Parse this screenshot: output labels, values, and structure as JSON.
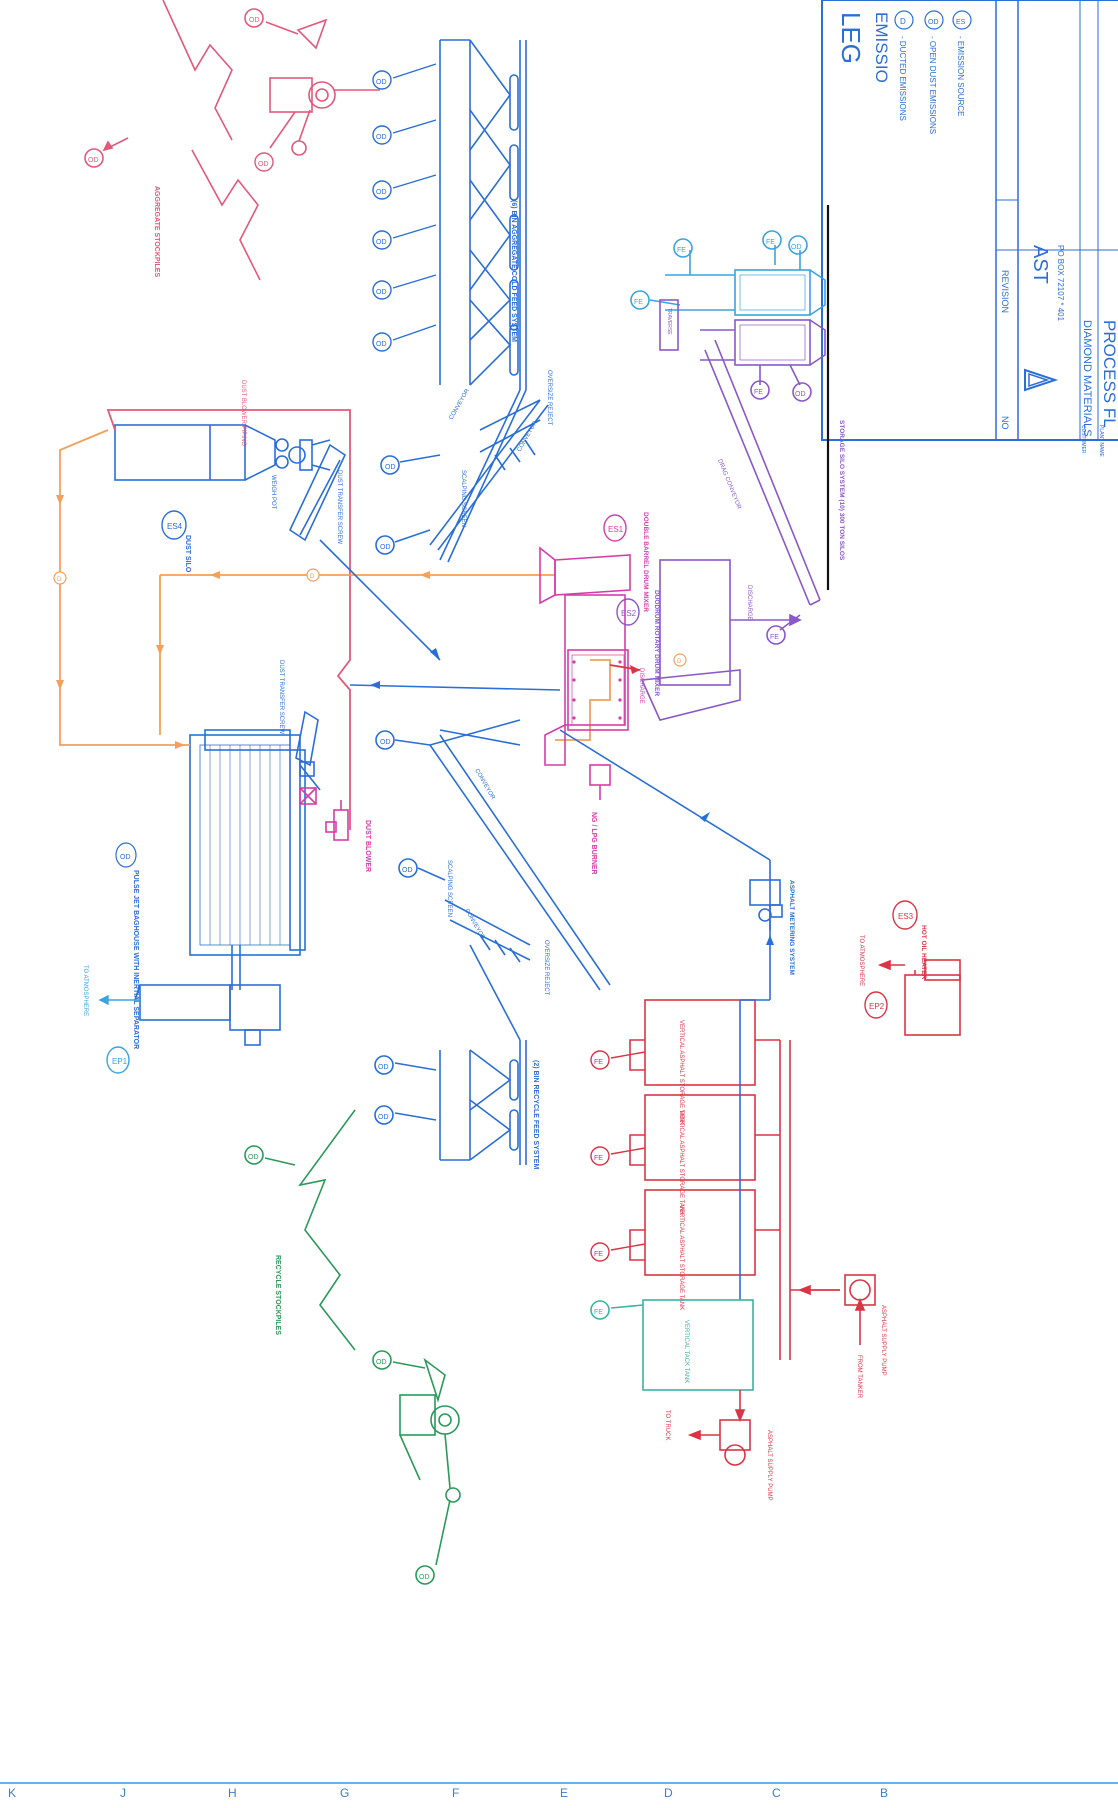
{
  "colors": {
    "pink": "#e2597a",
    "red": "#d93545",
    "blue": "#2a6fd6",
    "light_blue": "#3aa3e0",
    "orange": "#f2a05a",
    "magenta": "#d63ca8",
    "purple": "#8a58c8",
    "green": "#2a9a5a",
    "teal": "#3ab3a0",
    "black": "#111111",
    "grid": "#3a7fc8"
  },
  "title_block": {
    "title_fragment": "LEG",
    "subtitle_fragment": "EMISSIO",
    "legend": [
      {
        "symbol": "D",
        "text": "- DUCTED EMISSIONS"
      },
      {
        "symbol": "OD",
        "text": "- OPEN DUST EMISSIONS"
      },
      {
        "symbol": "ES",
        "text": "- EMISSION SOURCE"
      }
    ],
    "no_label": "NO",
    "revision_label": "REVISION",
    "company_fragment": "AST",
    "address_fragment": "PO BOX 72107 * 401",
    "customer_label": "CUSTOMER",
    "customer_value": "DIAMOND MATERIALS",
    "plant_label": "PLANT NAME",
    "drawing_title_fragment": "PROCESS FL"
  },
  "grid_letters": [
    "K",
    "J",
    "H",
    "G",
    "F",
    "E",
    "D",
    "C",
    "B"
  ],
  "labels": {
    "aggregate_stockpiles": "AGGREGATE STOCKPILES",
    "cold_feed": "(6) BIN AGGREGATE COLD FEED SYSTEM",
    "conveyor": "CONVEYOR",
    "oversize_reject": "OVERSIZE REJECT",
    "scalping_screen": "SCALPING SCREEN",
    "dust_blower_piping": "DUST BLOWER PIPING",
    "weigh_pot": "WEIGH POT",
    "dust_transfer_screw": "DUST TRANSFER SCREW",
    "es4": "ES4",
    "dust_silo": "DUST SILO",
    "es1": "ES1",
    "double_barrel": "DOUBLE BARREL DRUM MIXER",
    "es2": "ES2",
    "duodrum": "DUODRUM ROTARY DRUM MIXER",
    "discharge": "DISCHARGE",
    "drag_conveyor": "DRAG CONVEYOR",
    "storage_silo": "STORAGE SILO SYSTEM (10) 300 TON SILOS",
    "traverse": "TRAVERSE",
    "baghouse": "PULSE JET BAGHOUSE WITH INERTIAL SEPARATOR",
    "dust_blower": "DUST BLOWER",
    "ng_lpg_burner": "NG / LPG BURNER",
    "to_atmosphere": "TO ATMOSPHERE",
    "ep1": "EP1",
    "ep2": "EP2",
    "es3": "ES3",
    "hot_oil_heater": "HOT OIL HEATER",
    "asphalt_metering": "ASPHALT METERING SYSTEM",
    "recycle_feed": "(2) BIN RECYCLE FEED SYSTEM",
    "recycle_stockpiles": "RECYCLE STOCKPILES",
    "vertical_tank": "VERTICAL ASPHALT STORAGE TANK",
    "vertical_tack_tank": "VERTICAL TACK TANK",
    "asphalt_supply_pump": "ASPHALT SUPPLY PUMP",
    "from_tanker": "FROM TANKER",
    "to_truck": "TO TRUCK"
  },
  "emission_tags": {
    "od": "OD",
    "fe": "FE",
    "d": "D"
  }
}
